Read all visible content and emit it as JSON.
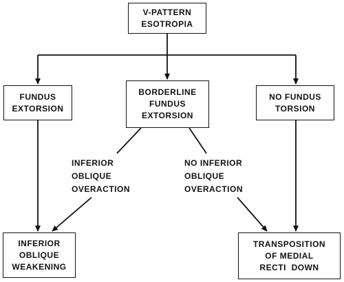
{
  "nodes": {
    "root": {
      "lines": [
        "V-PATTERN",
        "ESOTROPIA"
      ]
    },
    "fundus_extorsion": {
      "lines": [
        "FUNDUS",
        "EXTORSION"
      ]
    },
    "borderline": {
      "lines": [
        "BORDERLINE",
        "FUNDUS",
        "EXTORSION"
      ]
    },
    "no_torsion": {
      "lines": [
        "NO FUNDUS",
        "TORSION"
      ]
    },
    "io_weakening": {
      "lines": [
        "INFERIOR",
        "OBLIQUE",
        "WEAKENING"
      ]
    },
    "transposition": {
      "lines": [
        "TRANSPOSITION",
        "OF MEDIAL",
        "RECTI  DOWN"
      ]
    }
  },
  "edge_labels": {
    "io_overaction": {
      "lines": [
        "INFERIOR",
        "OBLIQUE",
        "OVERACTION"
      ]
    },
    "no_io_overaction": {
      "lines": [
        "NO INFERIOR",
        "OBLIQUE",
        "OVERACTION"
      ]
    }
  }
}
